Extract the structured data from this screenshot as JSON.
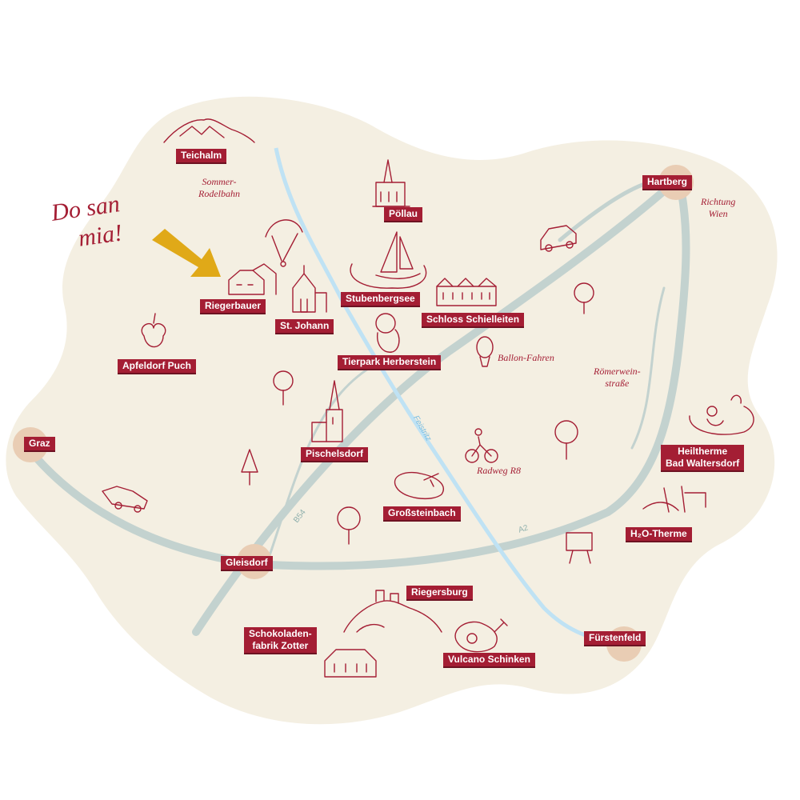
{
  "colors": {
    "land": "#f4efe2",
    "label_bg": "#a41e34",
    "label_text": "#ffffff",
    "road": "#c3d2cf",
    "river": "#bfe2f4",
    "city_dot": "#e9cdb4",
    "arrow": "#e0a918",
    "sketch": "#a41e34"
  },
  "handwriting": {
    "line1": "Do san",
    "line2": "mia!"
  },
  "places": {
    "teichalm": "Teichalm",
    "poellau": "Pöllau",
    "hartberg": "Hartberg",
    "riegerbauer": "Riegerbauer",
    "st_johann": "St. Johann",
    "stubenbergsee": "Stubenbergsee",
    "schloss_schielleiten": "Schloss Schielleiten",
    "tierpark_herberstein": "Tierpark Herberstein",
    "apfeldorf_puch": "Apfeldorf Puch",
    "pischelsdorf": "Pischelsdorf",
    "graz": "Graz",
    "heiltherme_1": "Heiltherme",
    "heiltherme_2": "Bad Waltersdorf",
    "grosssteinbach": "Großsteinbach",
    "h2o_therme": "H₂O-Therme",
    "gleisdorf": "Gleisdorf",
    "riegersburg": "Riegersburg",
    "zotter_1": "Schokoladen-",
    "zotter_2": "fabrik Zotter",
    "vulcano": "Vulcano Schinken",
    "fuerstenfeld": "Fürstenfeld"
  },
  "notes": {
    "sommer_rodelbahn_1": "Sommer-",
    "sommer_rodelbahn_2": "Rodelbahn",
    "richtung_wien_1": "Richtung",
    "richtung_wien_2": "Wien",
    "ballon_fahren": "Ballon-Fahren",
    "roemerweinstrasse_1": "Römerwein-",
    "roemerweinstrasse_2": "straße",
    "radweg": "Radweg R8"
  },
  "roads": {
    "b54": "B54",
    "a2": "A2"
  },
  "river_name": "Feistritz",
  "icons": [
    "mountain-icon",
    "paraglider-icon",
    "church-icon",
    "sailboat-icon",
    "farmhouse-icon",
    "chapel-icon",
    "castle-icon",
    "lion-icon",
    "hot-air-balloon-icon",
    "apple-icon",
    "tree-icon",
    "church-tower-icon",
    "car-icon",
    "cyclist-icon",
    "swimmer-icon",
    "waterslide-icon",
    "signboard-icon",
    "pond-icon",
    "hilltop-castle-icon",
    "factory-icon",
    "ham-icon"
  ]
}
